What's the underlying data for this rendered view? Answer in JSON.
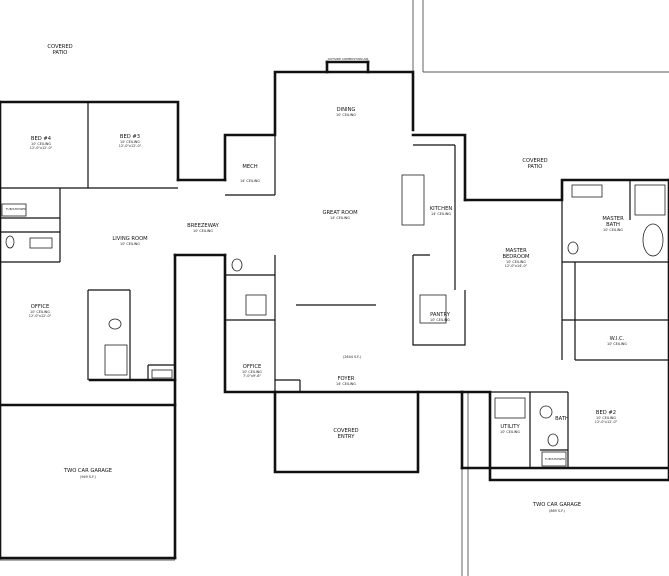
{
  "rooms": {
    "covered_patio_left": {
      "line1": "COVERED",
      "line2": "PATIO"
    },
    "covered_patio_right": {
      "line1": "COVERED",
      "line2": "PATIO"
    },
    "dining": {
      "name": "DINING",
      "ceiling": "10' CEILING"
    },
    "outside_combustion_air": {
      "name": "OUTSIDE COMBUSTION AIR"
    },
    "bed4": {
      "name": "BED #4",
      "ceiling": "10' CEILING",
      "size": "12'-0\"x12'-0\""
    },
    "bed3": {
      "name": "BED #3",
      "ceiling": "10' CEILING",
      "size": "12'-0\"x12'-0\""
    },
    "mech": {
      "name": "MECH",
      "ceiling": "14' CEILING"
    },
    "great_room": {
      "name": "GREAT ROOM",
      "ceiling": "14' CEILING"
    },
    "kitchen": {
      "name": "KITCHEN",
      "ceiling": "14' CEILING"
    },
    "breezeway": {
      "name": "BREEZEWAY",
      "ceiling": "10' CEILING"
    },
    "living_room": {
      "name": "LIVING ROOM",
      "ceiling": "10' CEILING"
    },
    "tub_shower": {
      "name": "TUB/SHOWER"
    },
    "office_left": {
      "name": "OFFICE",
      "ceiling": "10' CEILING",
      "size": "12'-0\"x12'-0\""
    },
    "office_center": {
      "name": "OFFICE",
      "ceiling": "10' CEILING",
      "size": "7'-0\"x9'-6\""
    },
    "pantry": {
      "name": "PANTRY",
      "ceiling": "10' CEILING"
    },
    "master_bedroom": {
      "name": "MASTER",
      "name2": "BEDROOM",
      "ceiling": "10' CEILING",
      "size": "12'-0\"x14'-0\""
    },
    "master_bath": {
      "name": "MASTER",
      "name2": "BATH",
      "ceiling": "10' CEILING"
    },
    "wic": {
      "name": "W.I.C.",
      "ceiling": "10' CEILING"
    },
    "foyer": {
      "name": "FOYER",
      "ceiling": "14' CEILING"
    },
    "area_note": {
      "name": "(2644 S.F.)"
    },
    "covered_entry": {
      "name": "COVERED",
      "name2": "ENTRY"
    },
    "utility": {
      "name": "UTILITY",
      "ceiling": "10' CEILING"
    },
    "bath": {
      "name": "BATH"
    },
    "bed2": {
      "name": "BED #2",
      "ceiling": "10' CEILING",
      "size": "12'-0\"x12'-0\""
    },
    "tub_shower_right": {
      "name": "TUB/SHOWER"
    },
    "garage_left": {
      "name": "TWO CAR GARAGE",
      "area": "(949 S.F.)"
    },
    "garage_right": {
      "name": "TWO CAR GARAGE",
      "area": "(869 S.F.)"
    }
  }
}
